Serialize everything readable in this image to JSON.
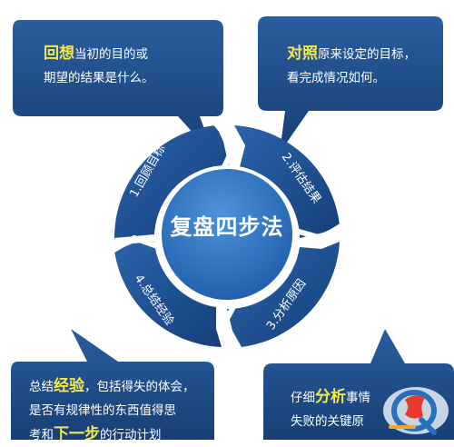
{
  "center_title": "复盘四步法",
  "steps": [
    {
      "label": "1.回顾目标"
    },
    {
      "label": "2.评估结果"
    },
    {
      "label": "3.分析原因"
    },
    {
      "label": "4.总结经验"
    }
  ],
  "cards": {
    "top_left": {
      "highlight": "回想",
      "line1_rest": "当初的目的或",
      "line2": "期望的结果是什么。"
    },
    "top_right": {
      "highlight": "对照",
      "line1_rest": "原来设定的目标，",
      "line2": "看完成情况如何。"
    },
    "bottom_left": {
      "line1_pre": "总结",
      "highlight1": "经验",
      "line1_post": "，包括得失的体会，",
      "line2": "是否有规律性的东西值得思",
      "line3_pre": "考和",
      "highlight2": "下一步",
      "line3_post": "的行动计划"
    },
    "bottom_right": {
      "line1_pre": "仔细",
      "highlight": "分析",
      "line1_post": "事情",
      "line2": "失败的关键原"
    }
  },
  "colors": {
    "card": "#1f4e8c",
    "ring": "#1b4f96",
    "center": "#2a6fbe",
    "highlight": "#f4e84a",
    "highlight_alt": "#f5a623"
  },
  "icons": {
    "logo": "watermark-logo-icon"
  }
}
